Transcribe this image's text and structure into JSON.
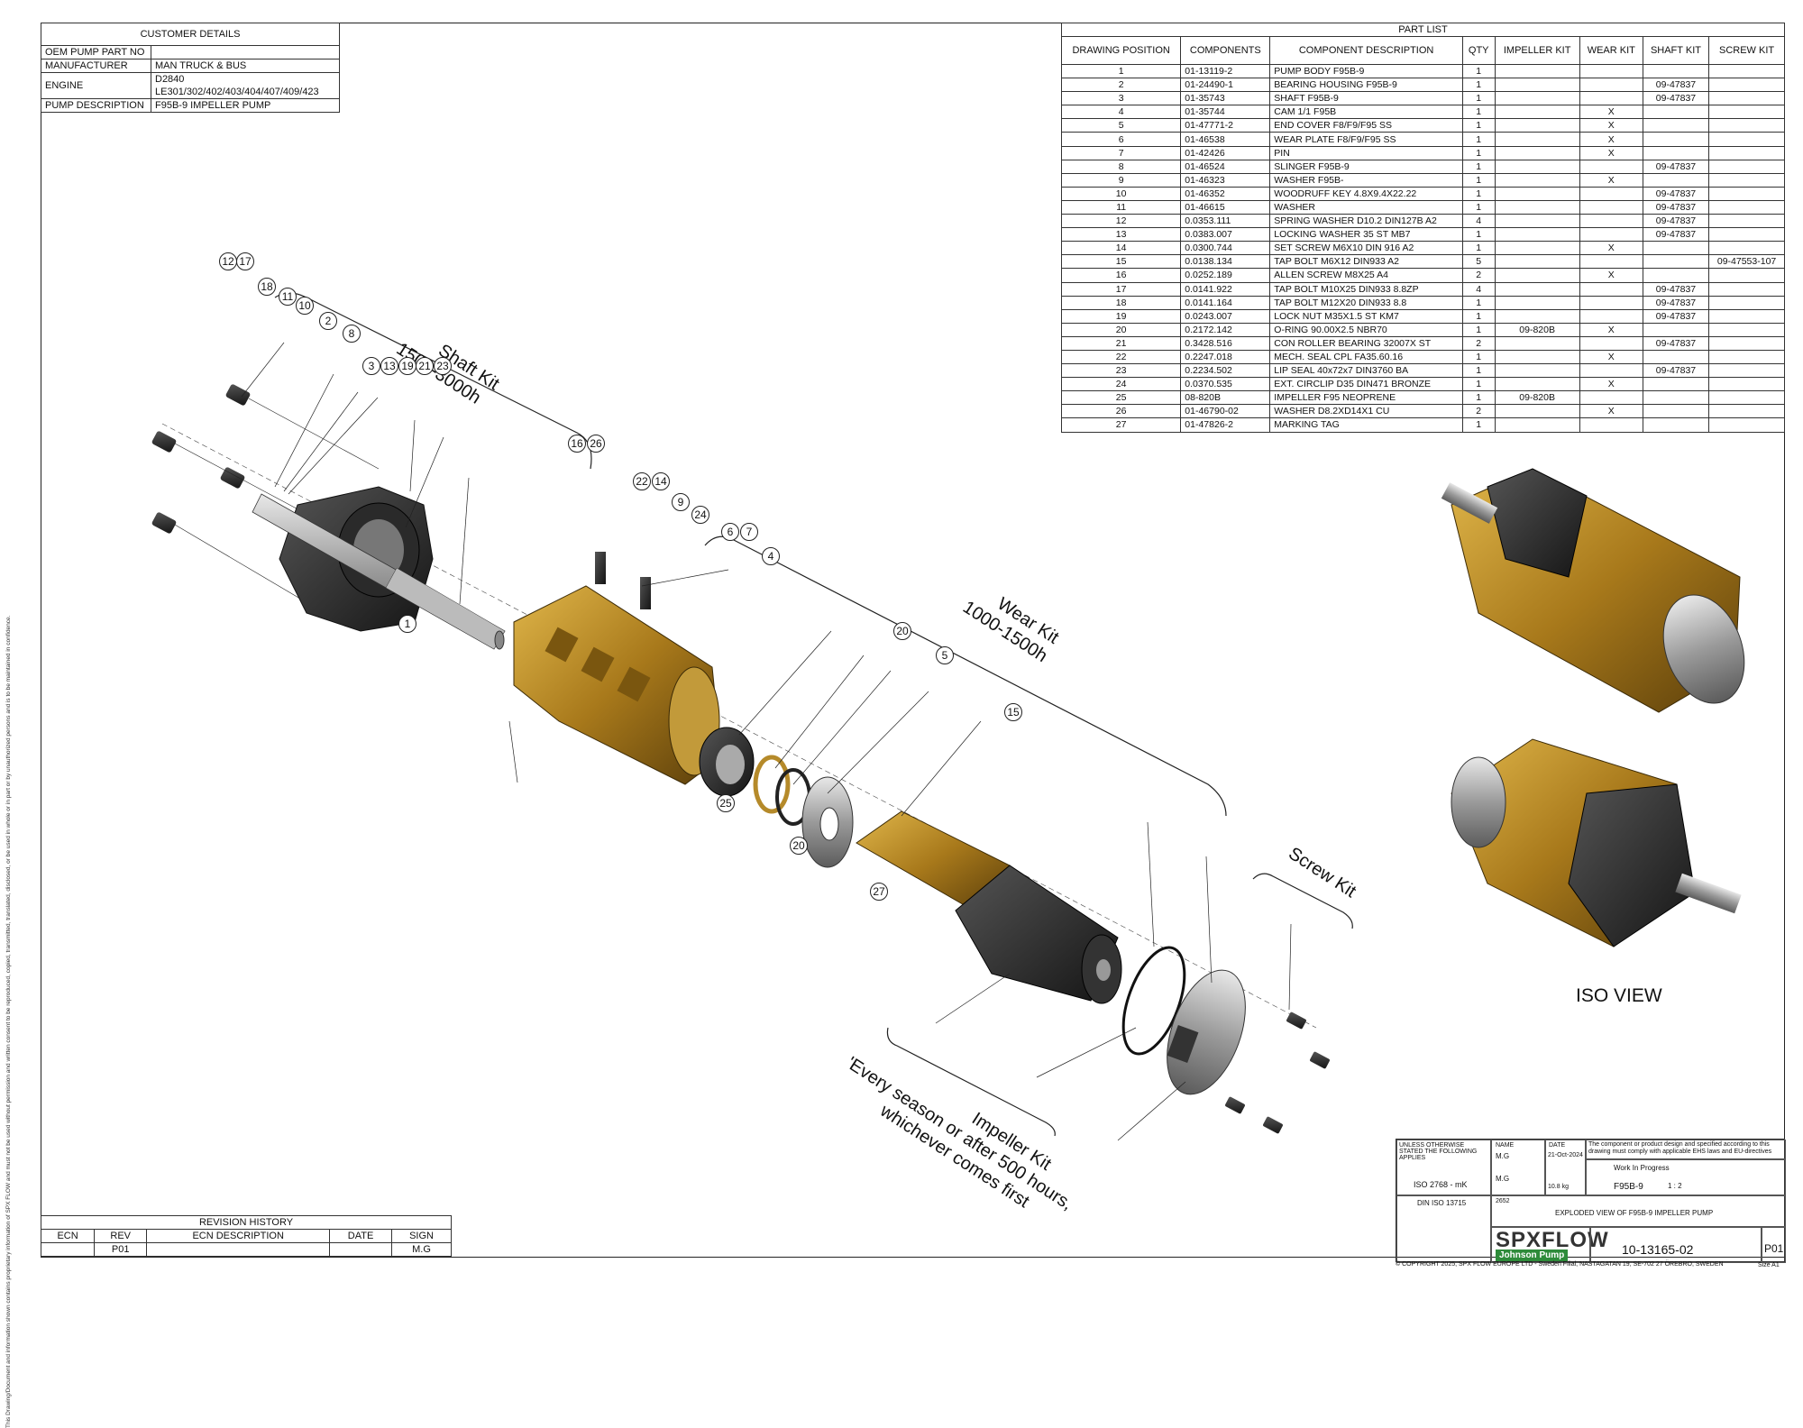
{
  "customer": {
    "title": "CUSTOMER DETAILS",
    "rows": [
      {
        "label": "OEM PUMP PART NO",
        "value": ""
      },
      {
        "label": "MANUFACTURER",
        "value": "MAN TRUCK & BUS"
      },
      {
        "label": "ENGINE",
        "value": "D2840\nLE301/302/402/403/404/407/409/423"
      },
      {
        "label": "PUMP DESCRIPTION",
        "value": "F95B-9 IMPELLER PUMP"
      }
    ]
  },
  "parts": {
    "title": "PART LIST",
    "headers": [
      "DRAWING POSITION",
      "COMPONENTS",
      "COMPONENT DESCRIPTION",
      "QTY",
      "IMPELLER KIT",
      "WEAR KIT",
      "SHAFT KIT",
      "SCREW KIT"
    ],
    "rows": [
      [
        "1",
        "01-13119-2",
        "PUMP BODY F95B-9",
        "1",
        "",
        "",
        "",
        ""
      ],
      [
        "2",
        "01-24490-1",
        "BEARING HOUSING F95B-9",
        "1",
        "",
        "",
        "09-47837",
        ""
      ],
      [
        "3",
        "01-35743",
        "SHAFT F95B-9",
        "1",
        "",
        "",
        "09-47837",
        ""
      ],
      [
        "4",
        "01-35744",
        "CAM 1/1 F95B",
        "1",
        "",
        "X",
        "",
        ""
      ],
      [
        "5",
        "01-47771-2",
        "END COVER F8/F9/F95 SS",
        "1",
        "",
        "X",
        "",
        ""
      ],
      [
        "6",
        "01-46538",
        "WEAR PLATE F8/F9/F95 SS",
        "1",
        "",
        "X",
        "",
        ""
      ],
      [
        "7",
        "01-42426",
        "PIN",
        "1",
        "",
        "X",
        "",
        ""
      ],
      [
        "8",
        "01-46524",
        "SLINGER F95B-9",
        "1",
        "",
        "",
        "09-47837",
        ""
      ],
      [
        "9",
        "01-46323",
        "WASHER F95B-",
        "1",
        "",
        "X",
        "",
        ""
      ],
      [
        "10",
        "01-46352",
        "WOODRUFF KEY 4.8X9.4X22.22",
        "1",
        "",
        "",
        "09-47837",
        ""
      ],
      [
        "11",
        "01-46615",
        "WASHER",
        "1",
        "",
        "",
        "09-47837",
        ""
      ],
      [
        "12",
        "0.0353.111",
        "SPRING WASHER D10.2 DIN127B A2",
        "4",
        "",
        "",
        "09-47837",
        ""
      ],
      [
        "13",
        "0.0383.007",
        "LOCKING WASHER 35 ST MB7",
        "1",
        "",
        "",
        "09-47837",
        ""
      ],
      [
        "14",
        "0.0300.744",
        "SET SCREW M6X10 DIN 916 A2",
        "1",
        "",
        "X",
        "",
        ""
      ],
      [
        "15",
        "0.0138.134",
        "TAP BOLT M6X12 DIN933 A2",
        "5",
        "",
        "",
        "",
        "09-47553-107"
      ],
      [
        "16",
        "0.0252.189",
        "ALLEN SCREW M8X25 A4",
        "2",
        "",
        "X",
        "",
        ""
      ],
      [
        "17",
        "0.0141.922",
        "TAP BOLT M10X25 DIN933 8.8ZP",
        "4",
        "",
        "",
        "09-47837",
        ""
      ],
      [
        "18",
        "0.0141.164",
        "TAP BOLT M12X20 DIN933 8.8",
        "1",
        "",
        "",
        "09-47837",
        ""
      ],
      [
        "19",
        "0.0243.007",
        "LOCK NUT M35X1.5 ST KM7",
        "1",
        "",
        "",
        "09-47837",
        ""
      ],
      [
        "20",
        "0.2172.142",
        "O-RING 90.00X2.5 NBR70",
        "1",
        "09-820B",
        "X",
        "",
        ""
      ],
      [
        "21",
        "0.3428.516",
        "CON ROLLER BEARING 32007X ST",
        "2",
        "",
        "",
        "09-47837",
        ""
      ],
      [
        "22",
        "0.2247.018",
        "MECH. SEAL CPL FA35.60.16",
        "1",
        "",
        "X",
        "",
        ""
      ],
      [
        "23",
        "0.2234.502",
        "LIP SEAL 40x72x7 DIN3760 BA",
        "1",
        "",
        "",
        "09-47837",
        ""
      ],
      [
        "24",
        "0.0370.535",
        "EXT. CIRCLIP D35 DIN471 BRONZE",
        "1",
        "",
        "X",
        "",
        ""
      ],
      [
        "25",
        "08-820B",
        "IMPELLER F95 NEOPRENE",
        "1",
        "09-820B",
        "",
        "",
        ""
      ],
      [
        "26",
        "01-46790-02",
        "WASHER D8.2XD14X1 CU",
        "2",
        "",
        "X",
        "",
        ""
      ],
      [
        "27",
        "01-47826-2",
        "MARKING TAG",
        "1",
        "",
        "",
        "",
        ""
      ]
    ]
  },
  "revision": {
    "title": "REVISION HISTORY",
    "headers": [
      "ECN",
      "REV",
      "ECN DESCRIPTION",
      "DATE",
      "SIGN"
    ],
    "row": [
      "",
      "P01",
      "",
      "",
      "M.G"
    ]
  },
  "kits": {
    "shaft": [
      "Shaft Kit",
      "1500-3000h"
    ],
    "wear": [
      "Wear Kit",
      "1000-1500h"
    ],
    "screw": [
      "Screw Kit"
    ],
    "impeller": [
      "Impeller Kit",
      "'Every season or after 500 hours,",
      "whichever comes first"
    ]
  },
  "balloons": [
    "12",
    "17",
    "18",
    "11",
    "10",
    "2",
    "8",
    "3",
    "13",
    "19",
    "21",
    "23",
    "16",
    "26",
    "22",
    "14",
    "9",
    "24",
    "6",
    "7",
    "4",
    "1",
    "20",
    "5",
    "15",
    "25",
    "20",
    "27"
  ],
  "iso_label": "ISO VIEW",
  "title_block": {
    "unless": "UNLESS OTHERWISE STATED THE FOLLOWING APPLIES",
    "name_h": "NAME",
    "date_h": "DATE",
    "drawn": "M.G",
    "date": "21-Oct-2024",
    "approved": "M.G",
    "tol": "ISO 2768 - mK",
    "din": "DIN ISO 13715",
    "weight": "10.8 kg",
    "status": "Work In Progress",
    "model": "F95B-9",
    "scale": "1 : 2",
    "project": "2652",
    "title": "EXPLODED VIEW OF F95B-9 IMPELLER PUMP",
    "drawing_no": "10-13165-02",
    "rev": "P01",
    "size": "Size  A1",
    "compliance": "The component or product design and specified according to this drawing must comply with applicable EHS laws and EU-directives",
    "logo_top": "SPXFLOW",
    "logo_bottom": "Johnson Pump"
  },
  "copyright": "© COPYRIGHT 2025, SPX FLOW EUROPE LTD - Sweden Filial, NASTAGATAN 19, SE-702 27 ÖREBRO, SWEDEN",
  "side_note": "This Drawing/Document and information shown contains proprietary information of SPX FLOW and must not be used without permission and written consent to be reproduced, copied, transmitted, translated, disclosed, or be used in whole or in part or by unauthorized persons and is to be maintained in confidence."
}
